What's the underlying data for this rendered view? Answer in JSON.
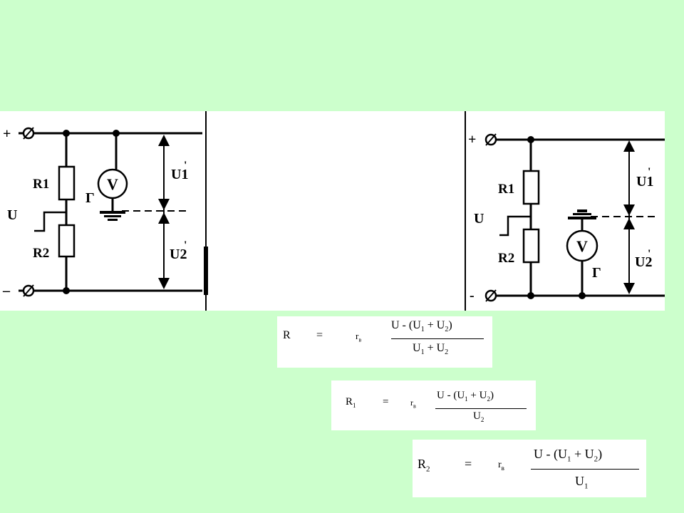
{
  "left_circuit": {
    "plus": "+",
    "minus": "–",
    "r1": "R1",
    "r2": "R2",
    "u": "U",
    "voltmeter": "V",
    "gamma": "Г",
    "u1": "U1",
    "u2": "U2",
    "u1_mark": "'",
    "u2_mark": "'"
  },
  "right_circuit": {
    "plus": "+",
    "minus": "-",
    "r1": "R1",
    "r2": "R2",
    "u": "U",
    "voltmeter": "V",
    "gamma": "Г",
    "u1": "U1",
    "u2": "U2",
    "u1_mark": "'",
    "u2_mark": "'"
  },
  "formulas": [
    {
      "lhs": "R",
      "lhs_sub": "",
      "eq": "=",
      "coef": "r",
      "coef_sub": "в",
      "num": [
        "U - (U",
        "1",
        " + U",
        "2",
        ")"
      ],
      "den": [
        "U",
        "1",
        " + U",
        "2",
        ""
      ]
    },
    {
      "lhs": "R",
      "lhs_sub": "1",
      "eq": "=",
      "coef": "r",
      "coef_sub": "в",
      "num": [
        "U - (U",
        "1",
        " + U",
        "2",
        ")"
      ],
      "den": [
        "U",
        "2",
        "",
        "",
        ""
      ]
    },
    {
      "lhs": "R",
      "lhs_sub": "2",
      "eq": "=",
      "coef": "r",
      "coef_sub": "в",
      "num": [
        "U - (U",
        "1",
        " + U",
        "2",
        ")"
      ],
      "den": [
        "U",
        "1",
        "",
        "",
        ""
      ]
    }
  ]
}
